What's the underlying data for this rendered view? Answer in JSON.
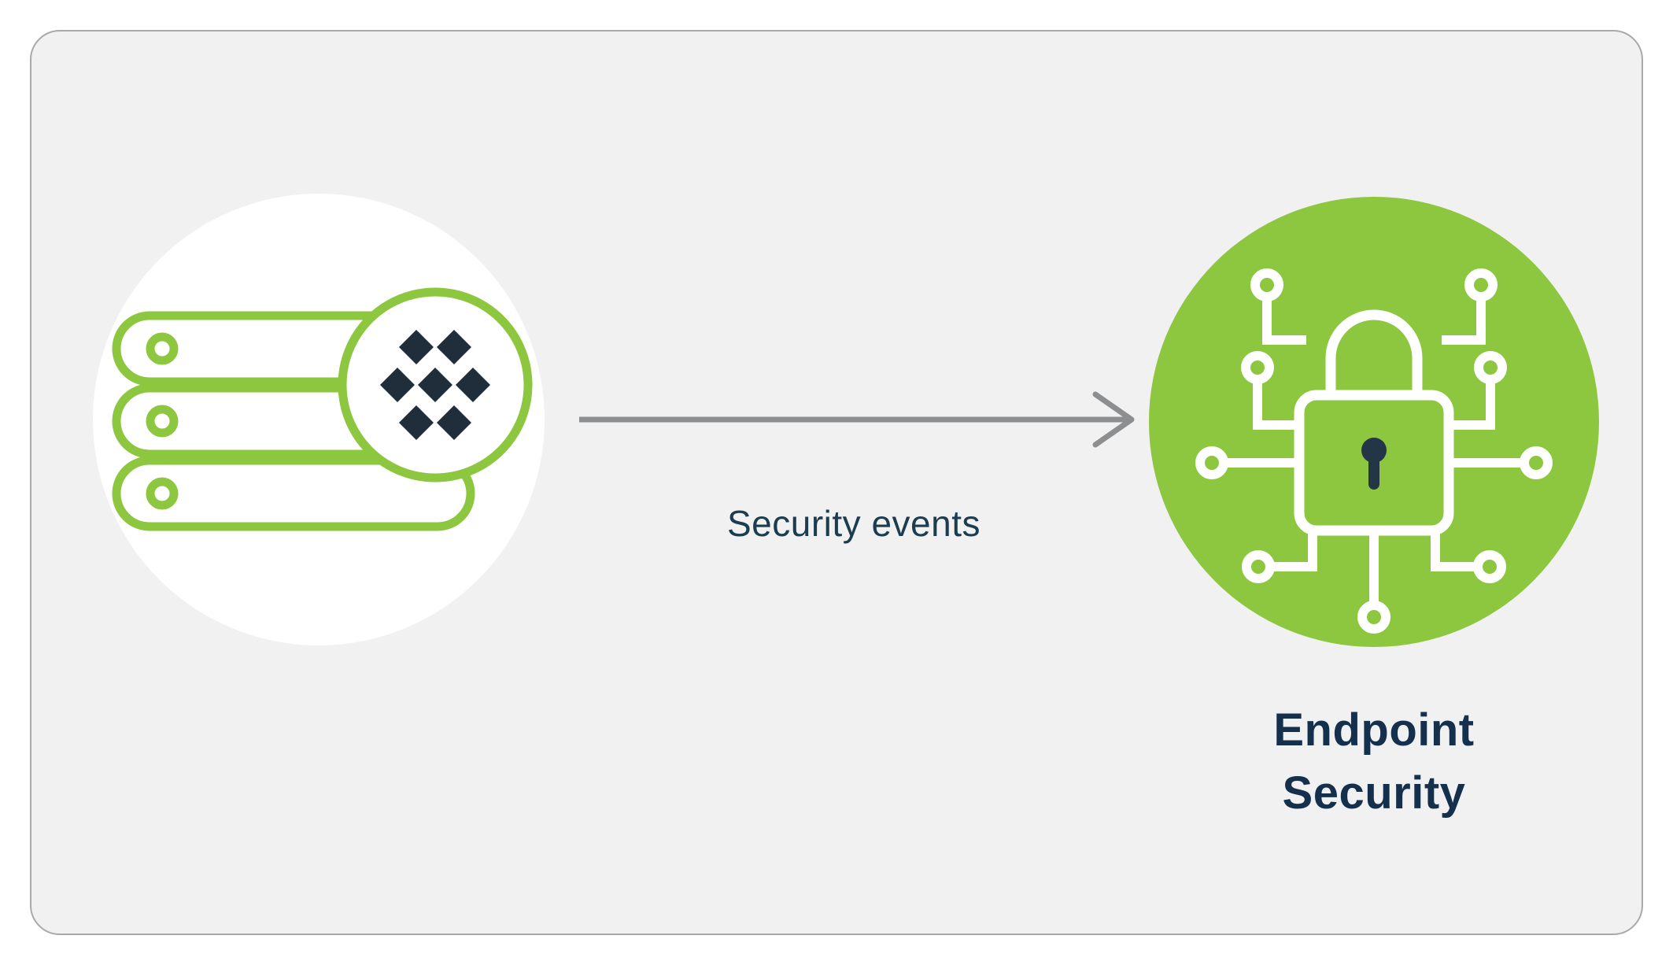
{
  "diagram": {
    "source_icon": "server-stack-with-diamond-badge-icon",
    "flow_label": "Security events",
    "target_icon": "endpoint-security-lock-circuit-icon",
    "caption": {
      "line1": "Endpoint",
      "line2": "Security"
    },
    "colors": {
      "green": "#8dc63f",
      "dark_navy": "#202e3c",
      "label_navy": "#1c3c50",
      "caption_navy": "#14304d",
      "arrow_gray": "#8c8e90",
      "panel_bg": "#f1f1f2",
      "panel_border": "#a7a9ac"
    }
  }
}
